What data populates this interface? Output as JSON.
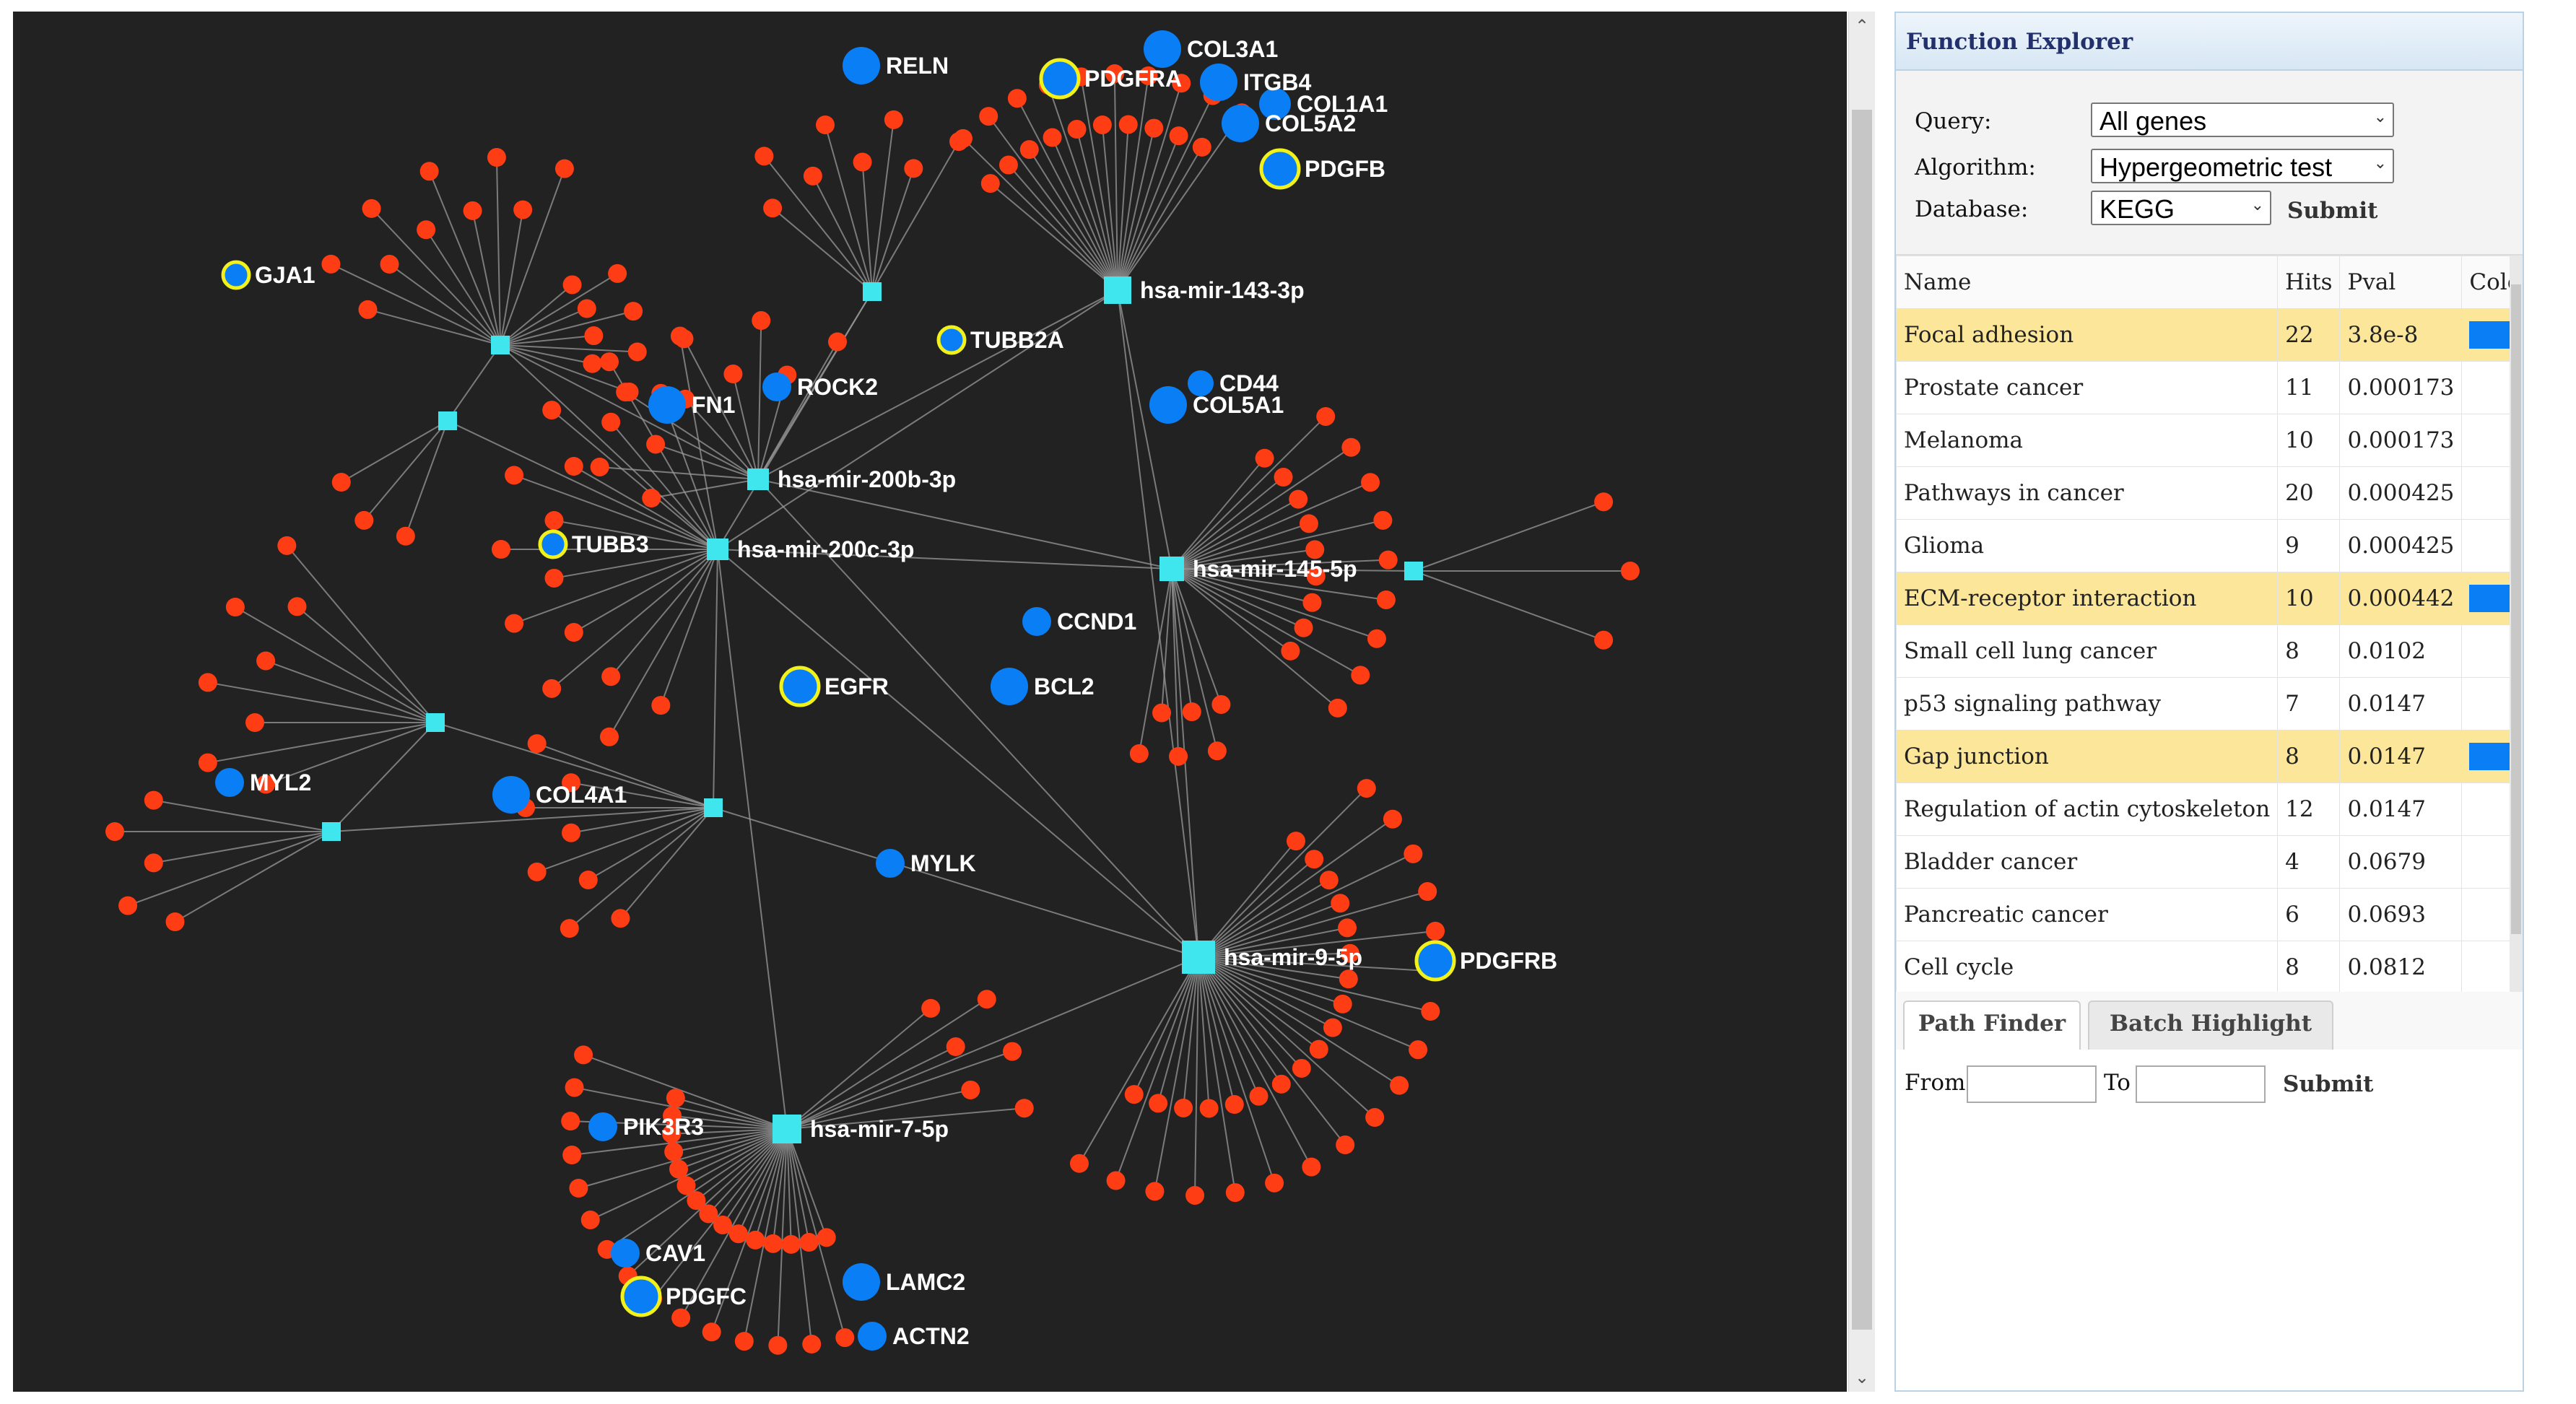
{
  "network": {
    "background": "#222222",
    "edge_color": "#9a9a9a",
    "hub_color": "#40e6ee",
    "target_color": "#ff3d14",
    "highlight_color": "#0a7ff5",
    "ring_color": "#f2f21a",
    "mirna_labels": [
      "hsa-mir-143-3p",
      "hsa-mir-200b-3p",
      "hsa-mir-200c-3p",
      "hsa-mir-145-5p",
      "hsa-mir-9-5p",
      "hsa-mir-7-5p"
    ],
    "gene_labels": [
      "RELN",
      "COL3A1",
      "PDGFRA",
      "ITGB4",
      "COL1A1",
      "COL5A2",
      "PDGFB",
      "GJA1",
      "TUBB2A",
      "ROCK2",
      "FN1",
      "CD44",
      "COL5A1",
      "TUBB3",
      "CCND1",
      "EGFR",
      "BCL2",
      "MYL2",
      "COL4A1",
      "MYLK",
      "PDGFRB",
      "PIK3R3",
      "CAV1",
      "PDGFC",
      "LAMC2",
      "ACTN2"
    ]
  },
  "explorer": {
    "title": "Function Explorer",
    "query_label": "Query:",
    "query_value": "All genes",
    "algorithm_label": "Algorithm:",
    "algorithm_value": "Hypergeometric test",
    "database_label": "Database:",
    "database_value": "KEGG",
    "submit_label": "Submit",
    "columns": [
      "Name",
      "Hits",
      "Pval",
      "Color"
    ],
    "rows": [
      {
        "name": "Focal adhesion",
        "hits": "22",
        "pval": "3.8e-8",
        "highlighted": true
      },
      {
        "name": "Prostate cancer",
        "hits": "11",
        "pval": "0.000173",
        "highlighted": false
      },
      {
        "name": "Melanoma",
        "hits": "10",
        "pval": "0.000173",
        "highlighted": false
      },
      {
        "name": "Pathways in cancer",
        "hits": "20",
        "pval": "0.000425",
        "highlighted": false
      },
      {
        "name": "Glioma",
        "hits": "9",
        "pval": "0.000425",
        "highlighted": false
      },
      {
        "name": "ECM-receptor interaction",
        "hits": "10",
        "pval": "0.000442",
        "highlighted": true
      },
      {
        "name": "Small cell lung cancer",
        "hits": "8",
        "pval": "0.0102",
        "highlighted": false
      },
      {
        "name": "p53 signaling pathway",
        "hits": "7",
        "pval": "0.0147",
        "highlighted": false
      },
      {
        "name": "Gap junction",
        "hits": "8",
        "pval": "0.0147",
        "highlighted": true
      },
      {
        "name": "Regulation of actin cytoskeleton",
        "hits": "12",
        "pval": "0.0147",
        "highlighted": false
      },
      {
        "name": "Bladder cancer",
        "hits": "4",
        "pval": "0.0679",
        "highlighted": false
      },
      {
        "name": "Pancreatic cancer",
        "hits": "6",
        "pval": "0.0693",
        "highlighted": false
      },
      {
        "name": "Cell cycle",
        "hits": "8",
        "pval": "0.0812",
        "highlighted": false
      }
    ],
    "tabs": [
      "Path Finder",
      "Batch Highlight"
    ],
    "from_label": "From",
    "to_label": "To",
    "pf_submit_label": "Submit"
  }
}
